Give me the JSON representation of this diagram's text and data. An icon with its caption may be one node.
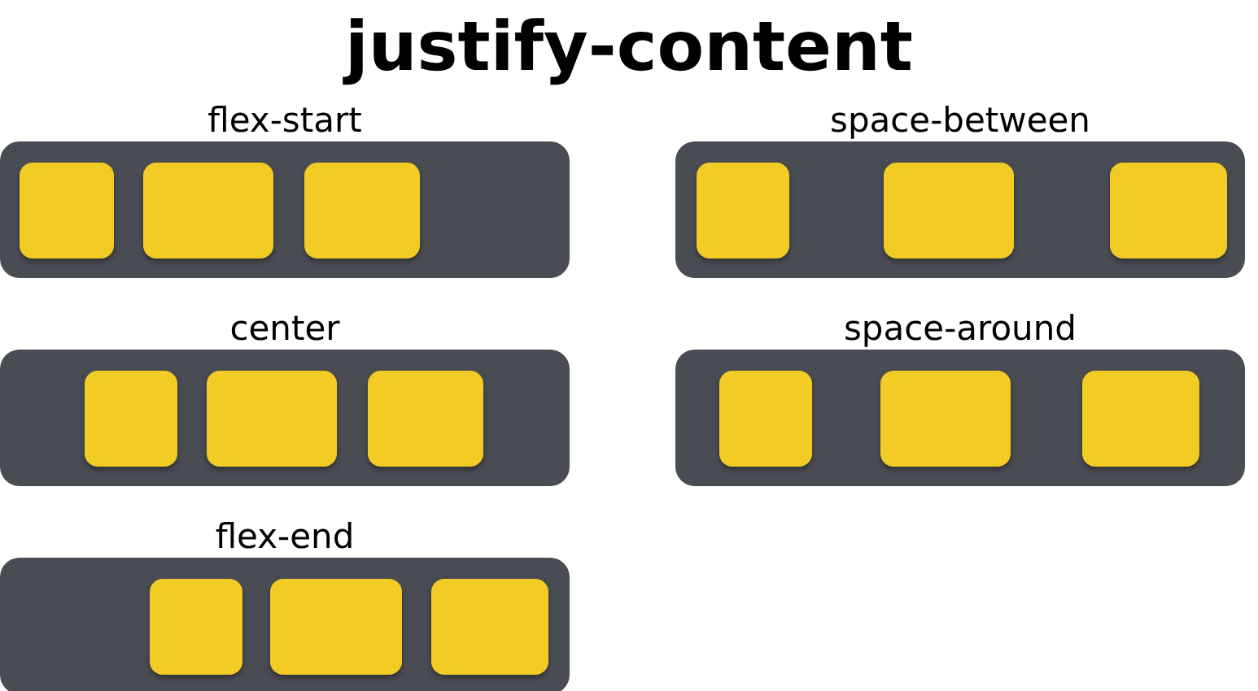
{
  "diagram": {
    "title": "justify-content",
    "nodes": [
      {
        "text": [
          "flex-start"
        ]
      },
      {
        "text": [],
        "shape": "box",
        "in": 0
      },
      {
        "text": [],
        "shape": "box",
        "in": 0
      },
      {
        "text": [],
        "shape": "box",
        "in": 0
      },
      {
        "text": [
          "space-between"
        ]
      },
      {
        "text": [],
        "shape": "box",
        "in": 4
      },
      {
        "text": [],
        "shape": "box",
        "in": 4
      },
      {
        "text": [],
        "shape": "box",
        "in": 4
      },
      {
        "text": [
          "center"
        ]
      },
      {
        "text": [],
        "shape": "box",
        "in": 8
      },
      {
        "text": [],
        "shape": "box",
        "in": 8
      },
      {
        "text": [],
        "shape": "box",
        "in": 8
      },
      {
        "text": [
          "space-around"
        ]
      },
      {
        "text": [],
        "shape": "box",
        "in": 12
      },
      {
        "text": [],
        "shape": "box",
        "in": 12
      },
      {
        "text": [],
        "shape": "box",
        "in": 12
      },
      {
        "text": [
          "flex-end"
        ]
      },
      {
        "text": [],
        "shape": "box",
        "in": 16
      },
      {
        "text": [],
        "shape": "box",
        "in": 16
      },
      {
        "text": [],
        "shape": "box",
        "in": 16
      }
    ]
  }
}
